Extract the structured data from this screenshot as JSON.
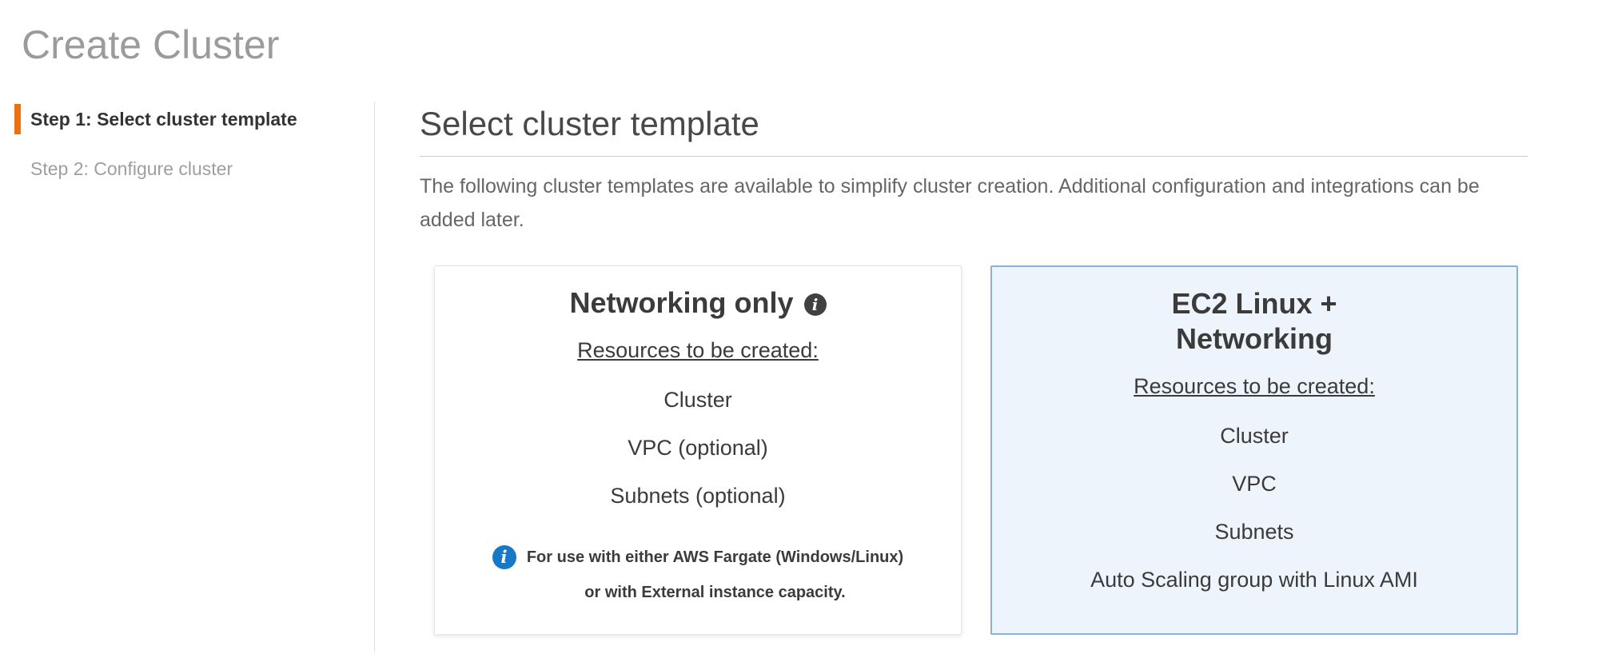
{
  "page_title": "Create Cluster",
  "wizard": {
    "steps": [
      {
        "label": "Step 1: Select cluster template",
        "active": true
      },
      {
        "label": "Step 2: Configure cluster",
        "active": false
      }
    ]
  },
  "main": {
    "heading": "Select cluster template",
    "description": "The following cluster templates are available to simplify cluster creation. Additional configuration and integrations can be added later.",
    "resources_label": "Resources to be created:",
    "cards": [
      {
        "title": "Networking only",
        "title_icon": "info-icon",
        "items": [
          "Cluster",
          "VPC (optional)",
          "Subnets (optional)"
        ],
        "note_icon": "info-icon",
        "note": "For use with either AWS Fargate (Windows/Linux) or with External instance capacity.",
        "selected": false
      },
      {
        "title": "EC2 Linux + Networking",
        "items": [
          "Cluster",
          "VPC",
          "Subnets",
          "Auto Scaling group with Linux AMI"
        ],
        "selected": true
      }
    ]
  },
  "icons": {
    "info_glyph": "i"
  },
  "colors": {
    "step_active_accent": "#ec7211",
    "selected_card_border": "#8ab1d9",
    "selected_card_bg": "#edf4fc",
    "info_icon_blue": "#1878c8",
    "info_icon_dark": "#414141",
    "page_title_gray": "#9b9b9b"
  }
}
